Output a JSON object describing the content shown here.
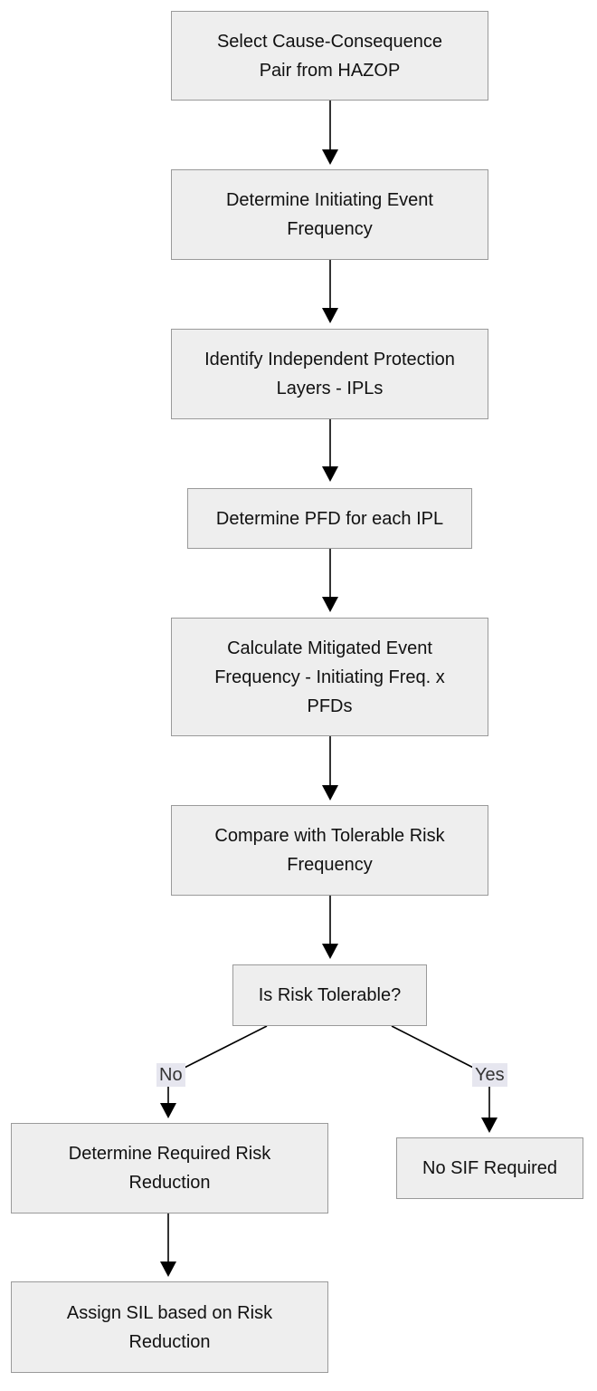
{
  "nodes": {
    "select_pair": "Select Cause-Consequence Pair from HAZOP",
    "initiating_freq": "Determine Initiating Event Frequency",
    "identify_ipls": "Identify Independent Protection Layers - IPLs",
    "determine_pfd": "Determine PFD for each IPL",
    "calc_mitigated": "Calculate Mitigated Event Frequency - Initiating Freq. x PFDs",
    "compare_tolerable": "Compare with Tolerable Risk Frequency",
    "decision": "Is Risk Tolerable?",
    "required_reduction": "Determine Required Risk Reduction",
    "no_sif": "No SIF Required",
    "assign_sil": "Assign SIL based on Risk Reduction"
  },
  "edge_labels": {
    "no": "No",
    "yes": "Yes"
  },
  "colors": {
    "node_fill": "#eeeeee",
    "node_border": "#9a9a9a",
    "edge": "#000000",
    "edge_label_bg": "#e6e6ef"
  }
}
